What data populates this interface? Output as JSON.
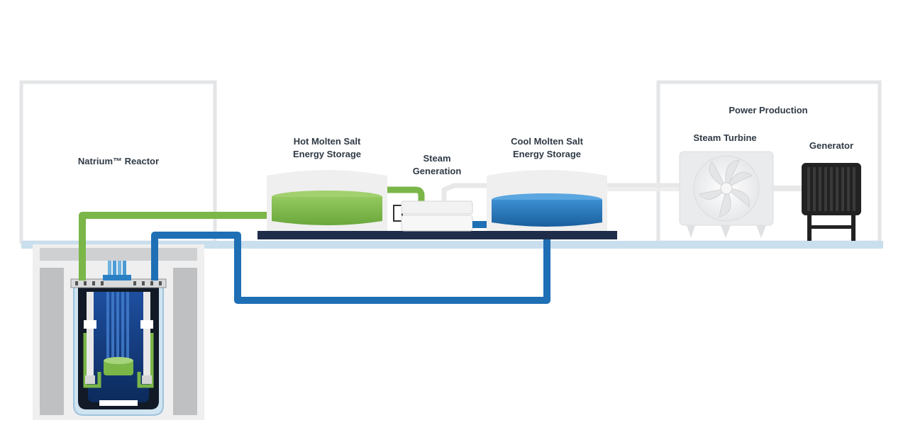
{
  "labels": {
    "reactor": "Natrium™ Reactor",
    "hot_storage": [
      "Hot Molten Salt",
      "Energy Storage"
    ],
    "steam_generation": [
      "Steam",
      "Generation"
    ],
    "cool_storage": [
      "Cool Molten Salt",
      "Energy Storage"
    ],
    "power_production": "Power Production",
    "steam_turbine": "Steam Turbine",
    "generator": "Generator"
  },
  "colors": {
    "hot_salt": "#7ab648",
    "cool_salt": "#1f6fb5",
    "ground": "#c9dfee",
    "building_outline": "#e5e6e8",
    "platform": "#1f2d4a",
    "generator": "#222222"
  }
}
